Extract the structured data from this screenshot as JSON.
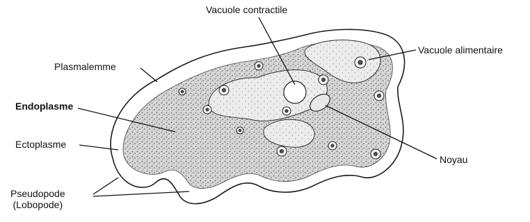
{
  "labels": {
    "vacuole_contractile": "Vacuole contractile",
    "vacuole_alimentaire": "Vacuole alimentaire",
    "plasmalemme": "Plasmalemme",
    "endoplasme": "Endoplasme",
    "ectoplasme": "Ectoplasme",
    "noyau": "Noyau",
    "pseudopode": "Pseudopode",
    "lobopode": "(Lobopode)"
  },
  "colors": {
    "ink": "#1a1a1a",
    "endoplasm_fill": "#d9d9d9",
    "background": "#ffffff"
  }
}
